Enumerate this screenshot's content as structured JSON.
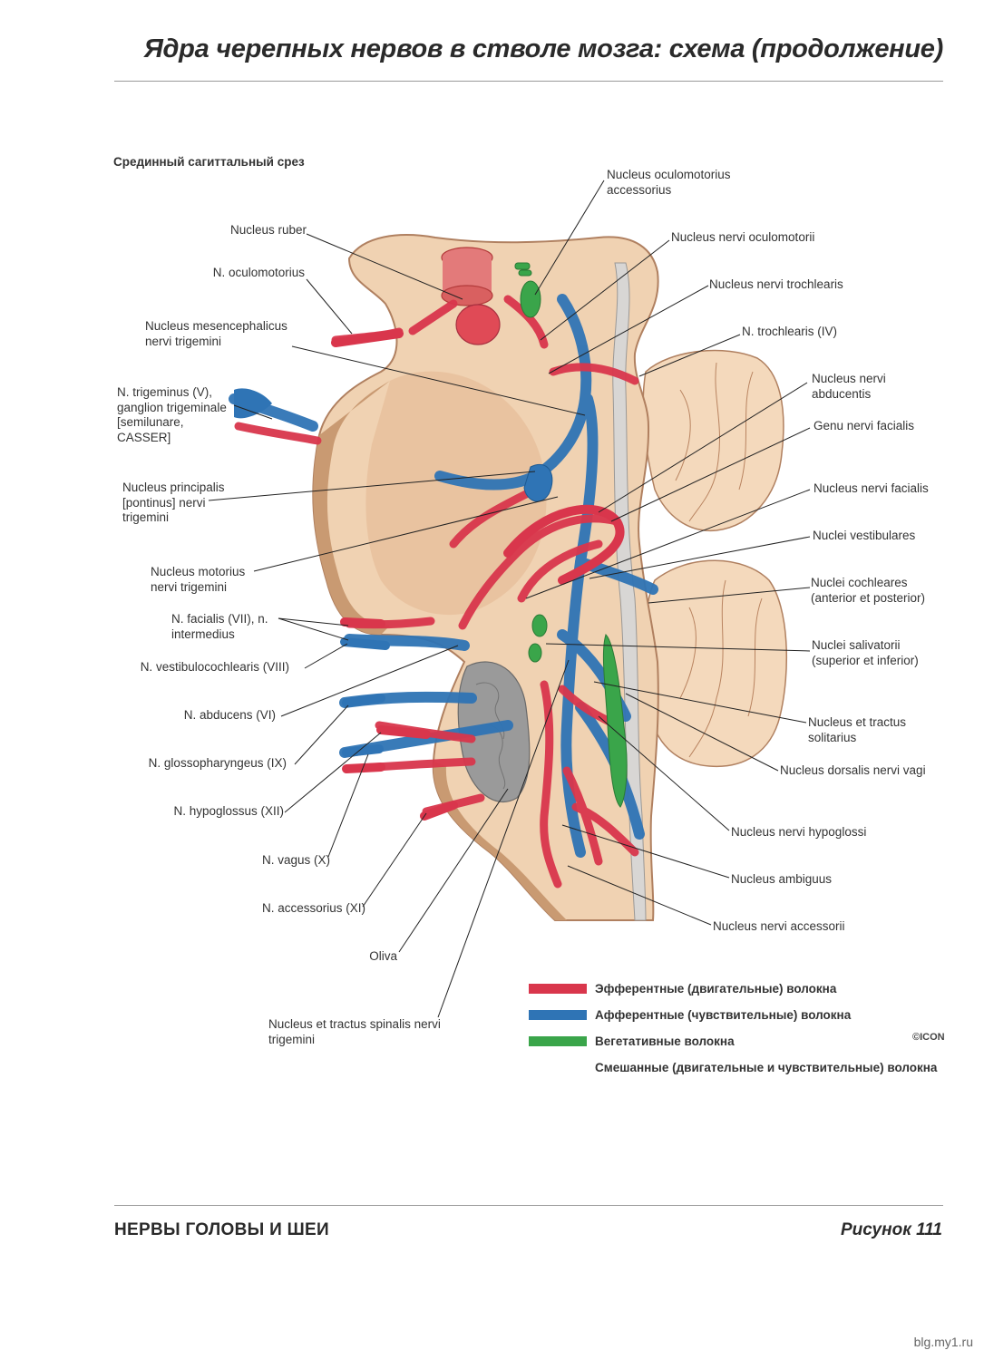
{
  "page": {
    "title": "Ядра черепных нервов в стволе мозга: схема (продолжение)",
    "section_label": "Срединный сагиттальный срез",
    "footer_left": "НЕРВЫ ГОЛОВЫ И ШЕИ",
    "footer_right": "Рисунок 111",
    "watermark": "blg.my1.ru",
    "publisher_mark": "©ICON"
  },
  "colors": {
    "efferent": "#d9364c",
    "afferent": "#2f74b5",
    "vegetative": "#3aa54a",
    "tissue": "#f0d2b2",
    "tissue_dark": "#c99a72",
    "cerebellum": "#f4d9bc"
  },
  "labels": {
    "left": [
      "Nucleus ruber",
      "N. oculomotorius",
      "Nucleus mesencephalicus\nnervi trigemini",
      "N. trigeminus (V),\nganglion trigeminale\n[semilunare,\nCASSER]",
      "Nucleus principalis\n[pontinus] nervi\ntrigemini",
      "Nucleus motorius\nnervi trigemini",
      "N. facialis (VII), n.\nintermedius",
      "N. vestibulocochlearis (VIII)",
      "N. abducens (VI)",
      "N. glossopharyngeus (IX)",
      "N. hypoglossus (XII)",
      "N. vagus (X)",
      "N. accessorius (XI)",
      "Oliva",
      "Nucleus et tractus spinalis nervi\ntrigemini"
    ],
    "right": [
      "Nucleus oculomotorius\naccessorius",
      "Nucleus nervi oculomotorii",
      "Nucleus nervi trochlearis",
      "N. trochlearis (IV)",
      "Nucleus nervi\nabducentis",
      "Genu nervi facialis",
      "Nucleus nervi facialis",
      "Nuclei vestibulares",
      "Nuclei cochleares\n(anterior et posterior)",
      "Nuclei salivatorii\n(superior et inferior)",
      "Nucleus et tractus\nsolitarius",
      "Nucleus dorsalis nervi vagi",
      "Nucleus nervi hypoglossi",
      "Nucleus ambiguus",
      "Nucleus nervi accessorii"
    ]
  },
  "legend": [
    {
      "text": "Эфферентные (двигательные) волокна",
      "color": "#d9364c"
    },
    {
      "text": "Афферентные (чувствительные) волокна",
      "color": "#2f74b5"
    },
    {
      "text": "Вегетативные волокна",
      "color": "#3aa54a"
    },
    {
      "text": "Смешанные (двигательные и чувствительные) волокна",
      "color": ""
    }
  ]
}
